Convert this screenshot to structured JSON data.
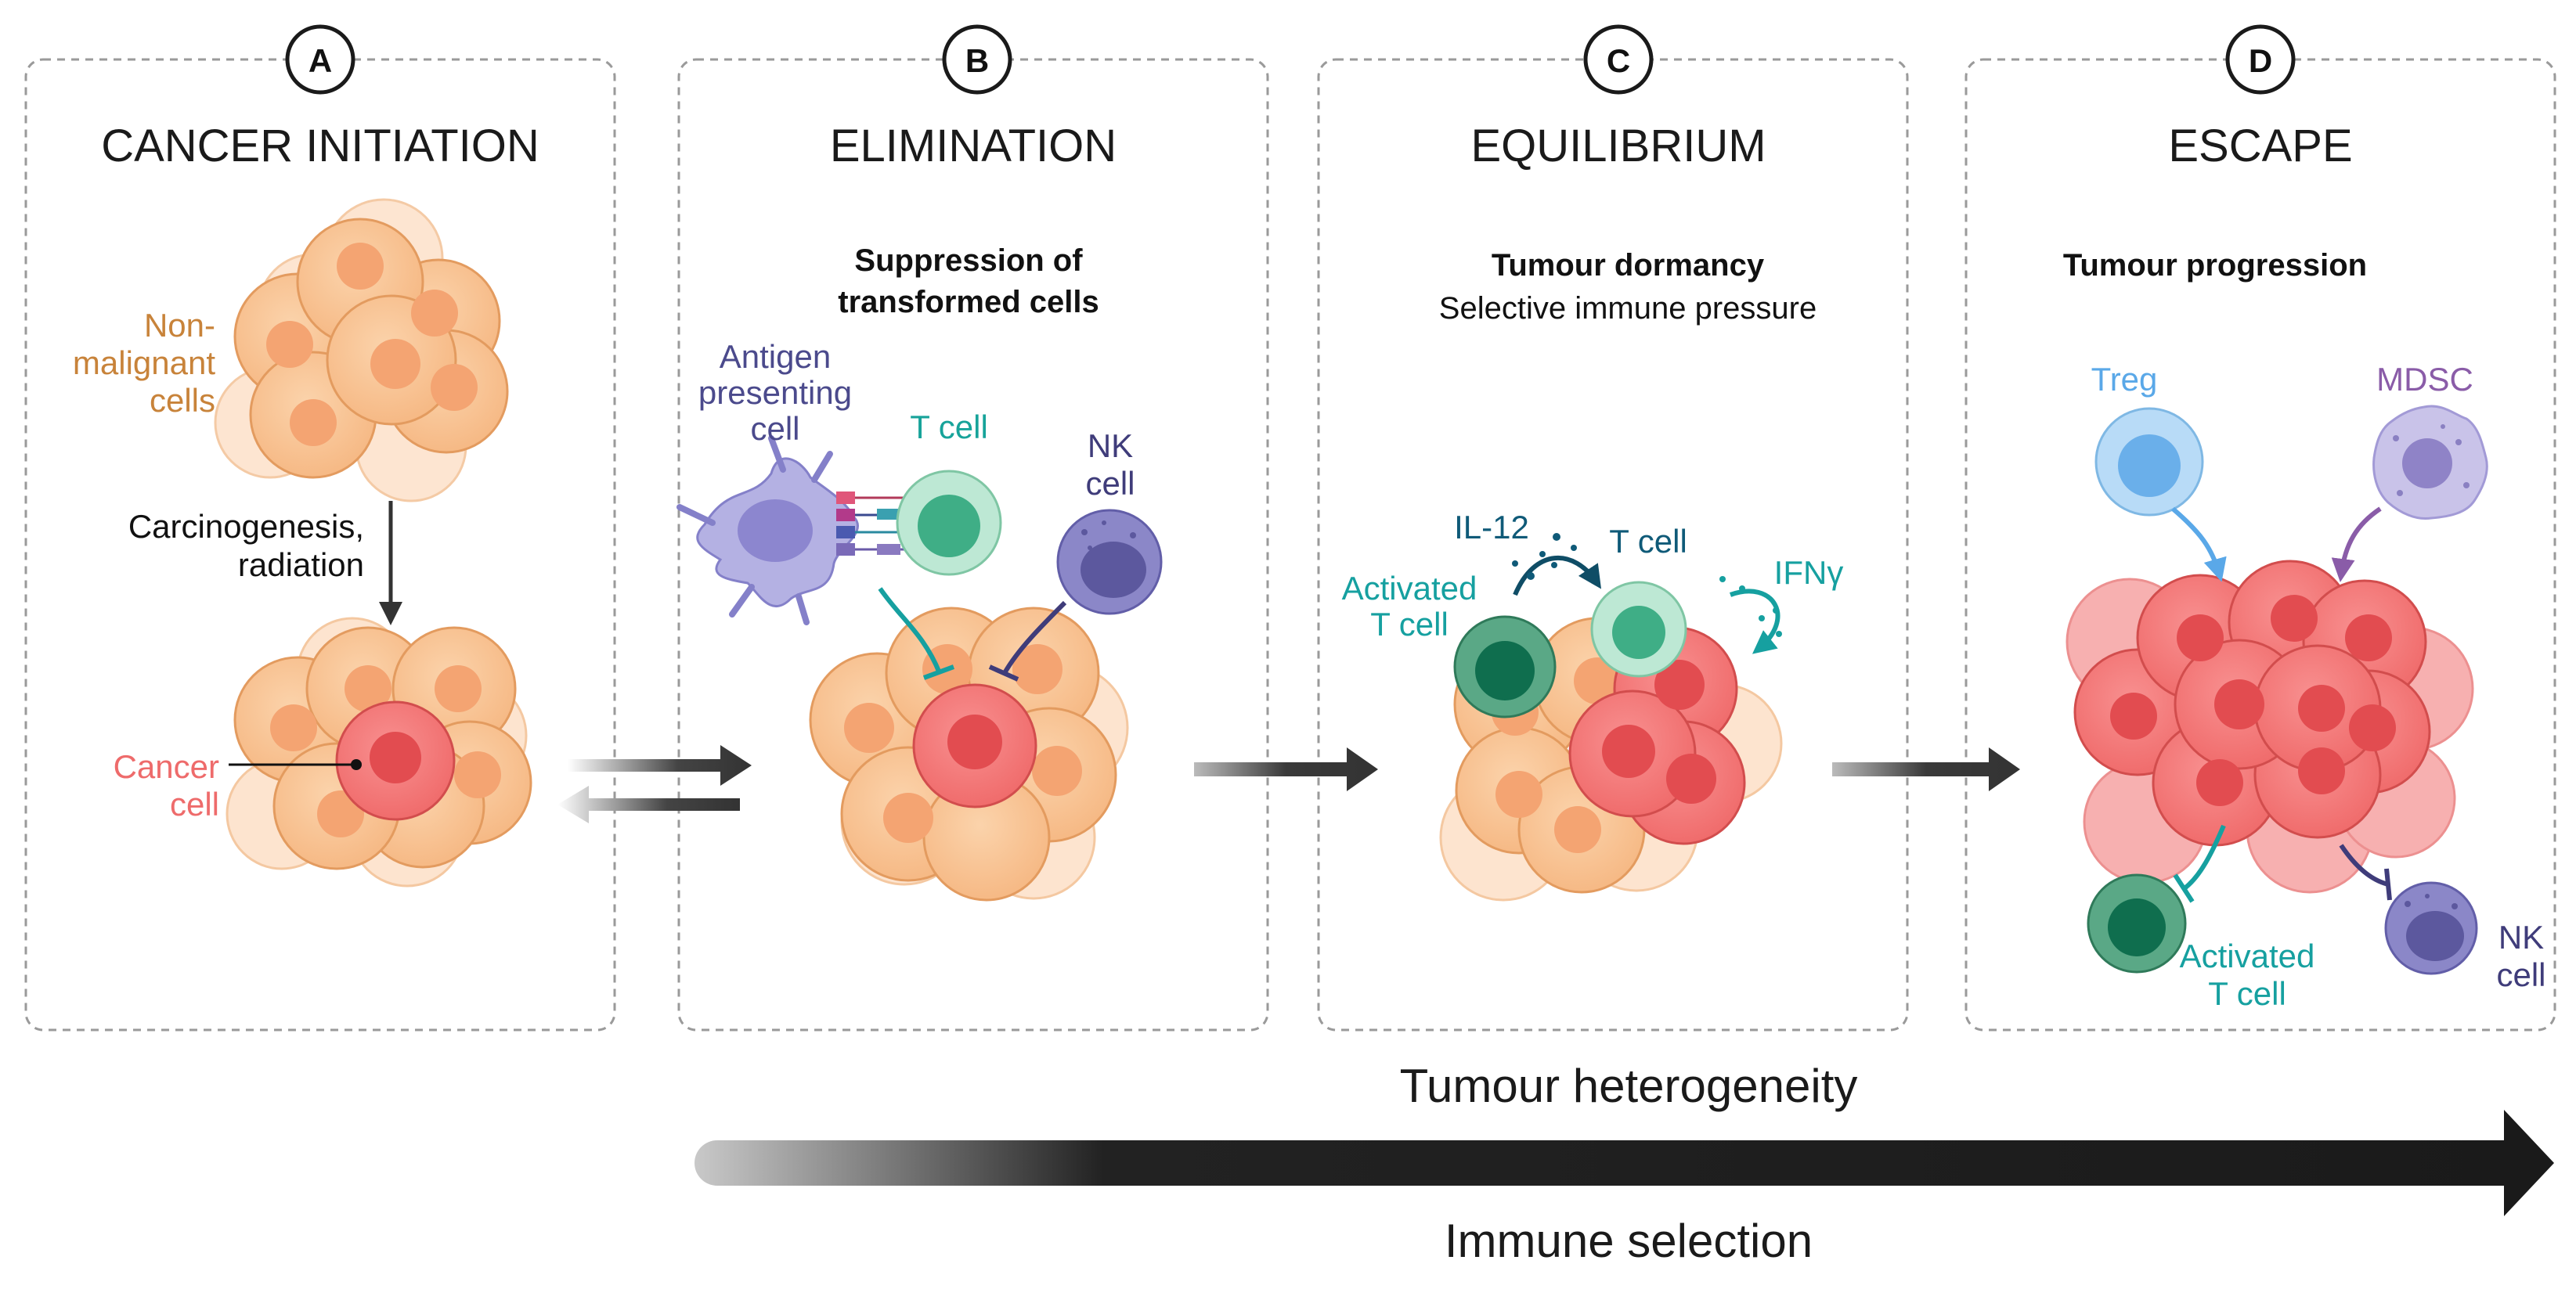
{
  "panels": [
    {
      "letter": "A",
      "title": "CANCER INITIATION",
      "subtitle_bold": "",
      "subtitle": ""
    },
    {
      "letter": "B",
      "title": "ELIMINATION",
      "subtitle_bold_1": "Suppression of",
      "subtitle_bold_2": "transformed cells"
    },
    {
      "letter": "C",
      "title": "EQUILIBRIUM",
      "subtitle_bold": "Tumour dormancy",
      "subtitle": "Selective immune pressure"
    },
    {
      "letter": "D",
      "title": "ESCAPE",
      "subtitle_bold": "Tumour progression"
    }
  ],
  "panel_a": {
    "non_malignant_1": "Non-",
    "non_malignant_2": "malignant",
    "non_malignant_3": "cells",
    "arrow_label_1": "Carcinogenesis,",
    "arrow_label_2": "radiation",
    "cancer_1": "Cancer",
    "cancer_2": "cell"
  },
  "panel_b": {
    "apc_1": "Antigen",
    "apc_2": "presenting",
    "apc_3": "cell",
    "tcell": "T cell",
    "nk_1": "NK",
    "nk_2": "cell"
  },
  "panel_c": {
    "il12": "IL-12",
    "tcell": "T cell",
    "ifng": "IFNγ",
    "activated_1": "Activated",
    "activated_2": "T cell"
  },
  "panel_d": {
    "treg": "Treg",
    "mdsc": "MDSC",
    "activated_1": "Activated",
    "activated_2": "T cell",
    "nk_1": "NK",
    "nk_2": "cell"
  },
  "bottom": {
    "heterogeneity": "Tumour heterogeneity",
    "selection": "Immune selection"
  },
  "colors": {
    "non_malignant": "#c8833a",
    "cancer": "#ee6b6b",
    "apc": "#4b4a8c",
    "tcell": "#17a39a",
    "nk": "#3f3c7a",
    "activated": "#16a0a0",
    "treg": "#5aa8e8",
    "mdsc": "#8a5ca8",
    "il12": "#0f5a78"
  }
}
